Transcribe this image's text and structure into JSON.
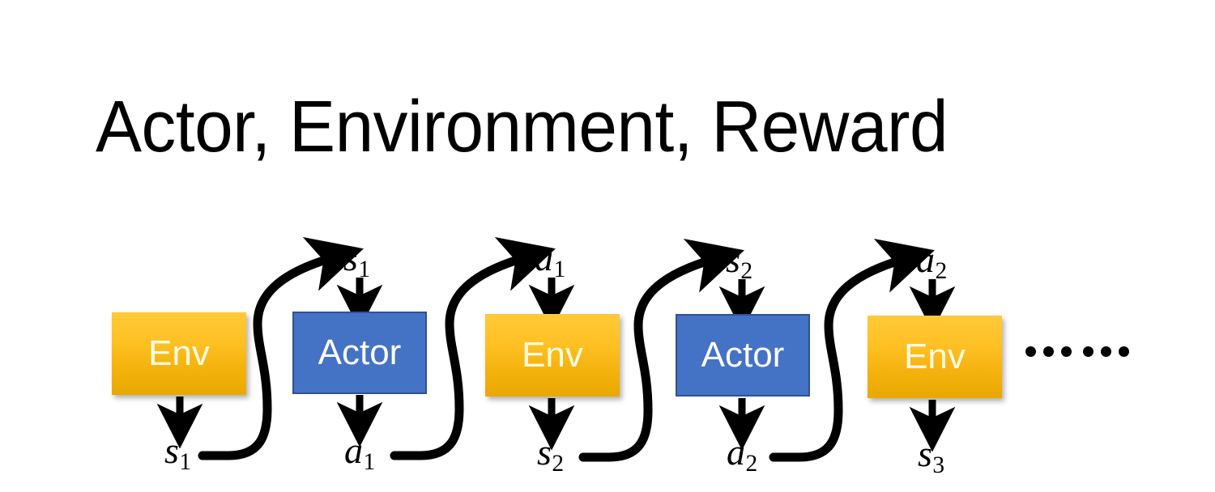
{
  "slide": {
    "title": "Actor, Environment, Reward",
    "background_color": "#FFFFFF"
  },
  "colors": {
    "env_fill_top": "#FFC93A",
    "env_fill_bottom": "#E9A800",
    "env_text": "#FFFBE0",
    "actor_fill": "#4472C4",
    "actor_border": "#2E5295",
    "actor_text": "#FFFFFF",
    "arrow": "#000000",
    "title_text": "#000000"
  },
  "diagram": {
    "blocks": [
      {
        "label": "Env",
        "type": "env"
      },
      {
        "label": "Actor",
        "type": "actor"
      },
      {
        "label": "Env",
        "type": "env"
      },
      {
        "label": "Actor",
        "type": "actor"
      },
      {
        "label": "Env",
        "type": "env"
      }
    ],
    "top_labels": [
      {
        "symbol": "s",
        "index": "1"
      },
      {
        "symbol": "a",
        "index": "1"
      },
      {
        "symbol": "s",
        "index": "2"
      },
      {
        "symbol": "a",
        "index": "2"
      }
    ],
    "bottom_labels": [
      {
        "symbol": "s",
        "index": "1"
      },
      {
        "symbol": "a",
        "index": "1"
      },
      {
        "symbol": "s",
        "index": "2"
      },
      {
        "symbol": "a",
        "index": "2"
      },
      {
        "symbol": "s",
        "index": "3"
      }
    ],
    "ellipsis_dot_count": 6
  }
}
